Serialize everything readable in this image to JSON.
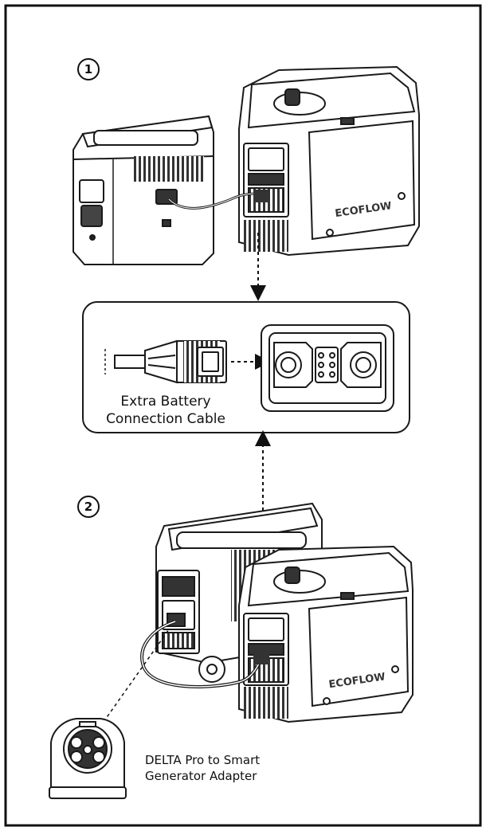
{
  "steps": {
    "step1": "1",
    "step2": "2"
  },
  "labels": {
    "cable_line1": "Extra Battery",
    "cable_line2": "Connection Cable",
    "adapter_line1": "DELTA Pro to Smart",
    "adapter_line2": "Generator Adapter"
  },
  "brand": {
    "logo_text": "ECOFLOW"
  },
  "colors": {
    "line": "#1a1a1a",
    "fill": "#ffffff",
    "shade": "#3a3a3a"
  }
}
